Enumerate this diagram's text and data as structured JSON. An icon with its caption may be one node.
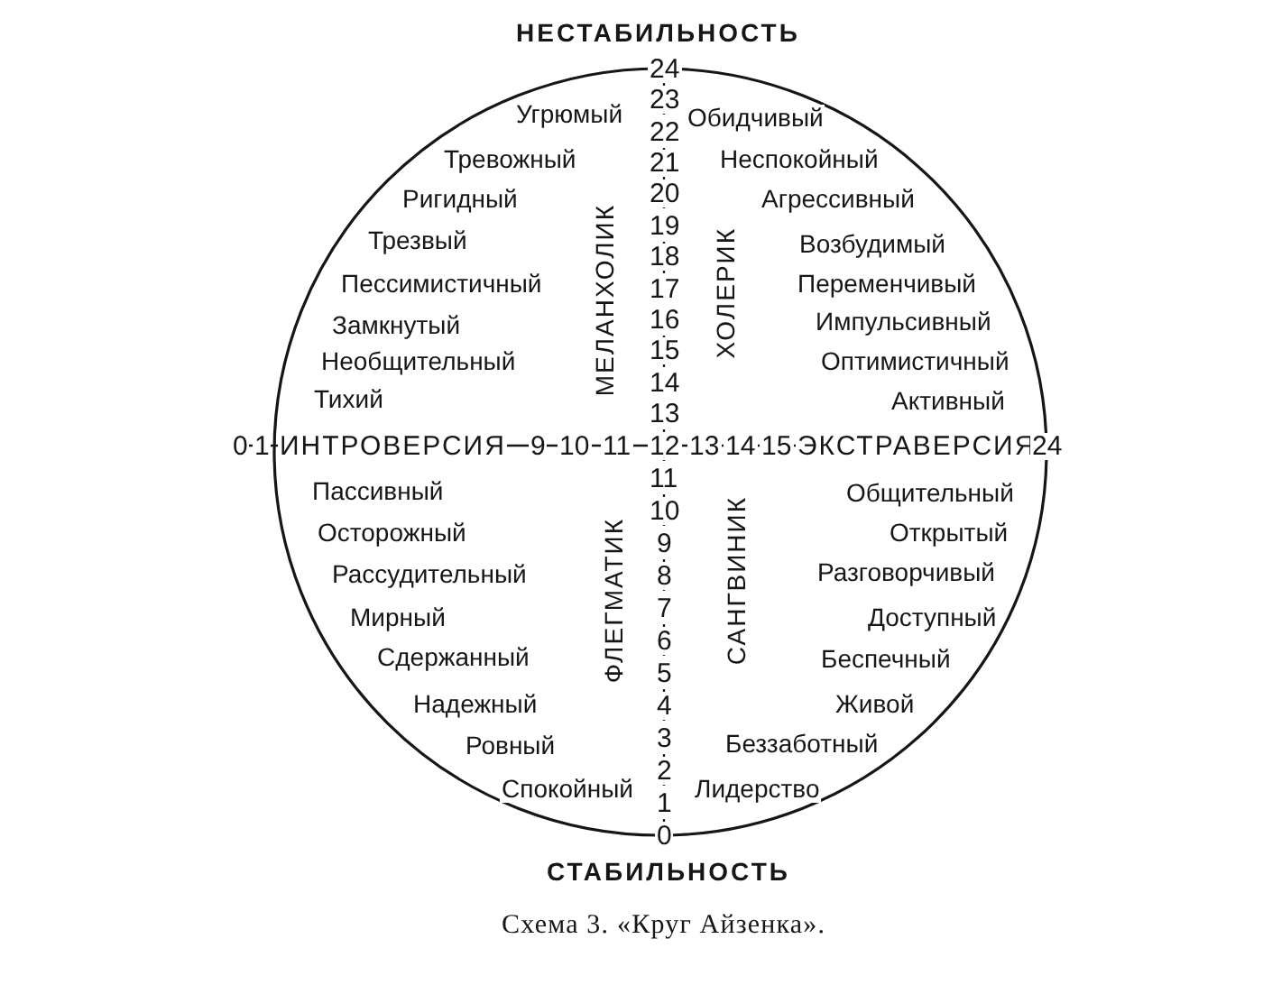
{
  "diagram": {
    "caption": "Схема 3. «Круг Айзенка».",
    "labels": [
      "НЕСТАБИЛЬНОСТЬ",
      "24",
      "23",
      "22",
      "21",
      "20",
      "19",
      "18",
      "17",
      "16",
      "15",
      "14",
      "13",
      "Угрюмый",
      "Тревожный",
      "Ригидный",
      "Трезвый",
      "Пессимистичный",
      "Замкнутый",
      "Необщительный",
      "Тихий",
      "МЕЛАНХОЛИК",
      "ХОЛЕРИК",
      "Обидчивый",
      "Неспокойный",
      "Агрессивный",
      "Возбудимый",
      "Переменчивый",
      "Импульсивный",
      "Оптимистичный",
      "Активный",
      "0",
      "1",
      "ИНТРОВЕРСИЯ",
      "9",
      "10",
      "11",
      "12",
      "13",
      "14",
      "15",
      "ЭКСТРАВЕРСИЯ",
      "24",
      "11",
      "10",
      "9",
      "8",
      "7",
      "6",
      "5",
      "4",
      "3",
      "2",
      "1",
      "0",
      "Пассивный",
      "Осторожный",
      "Рассудительный",
      "Мирный",
      "Сдержанный",
      "Надежный",
      "Ровный",
      "Спокойный",
      "ФЛЕГМАТИК",
      "САНГВИНИК",
      "Общительный",
      "Открытый",
      "Разговорчивый",
      "Доступный",
      "Беспечный",
      "Живой",
      "Беззаботный",
      "Лидерство",
      "СТАБИЛЬНОСТЬ"
    ]
  }
}
